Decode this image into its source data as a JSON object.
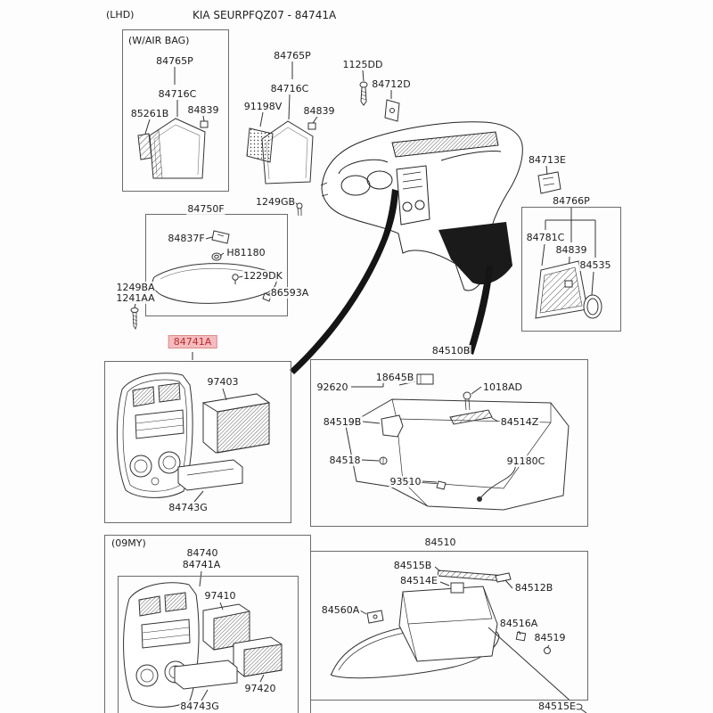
{
  "header": {
    "region_label": "(LHD)",
    "title": "KIA SEURPFQZ07 - 84741A"
  },
  "selected_part": {
    "number": "84741A",
    "text_color": "#c22a2a",
    "highlight_bg": "#f4bcbe",
    "highlight_border": "#dd8a8a"
  },
  "airbag_group": {
    "title": "(W/AIR BAG)",
    "p84765P": "84765P",
    "p84716C": "84716C",
    "p85261B": "85261B",
    "p84839": "84839"
  },
  "side_panel_group": {
    "p84765P": "84765P",
    "p84716C": "84716C",
    "p91198V": "91198V",
    "p84839": "84839"
  },
  "top_fasteners": {
    "p1125DD": "1125DD",
    "p84712D": "84712D"
  },
  "right_group": {
    "p84713E": "84713E",
    "p84766P": "84766P",
    "p84781C": "84781C",
    "p84839": "84839",
    "p84535": "84535"
  },
  "hood_group": {
    "p1249GB": "1249GB",
    "p84750F": "84750F",
    "p84837F": "84837F",
    "pH81180": "H81180",
    "p1229DK": "1229DK",
    "p86593A": "86593A",
    "p1249BA": "1249BA",
    "p1241AA": "1241AA"
  },
  "fascia_group": {
    "p97403": "97403",
    "p84743G": "84743G"
  },
  "housing_group": {
    "title": "84510B",
    "p92620": "92620",
    "p18645B": "18645B",
    "p1018AD": "1018AD",
    "p84519B": "84519B",
    "p84514Z": "84514Z",
    "p84518": "84518",
    "p91180C": "91180C",
    "p93510": "93510"
  },
  "my09_group": {
    "title": "(09MY)",
    "p84740": "84740",
    "p84741A": "84741A",
    "p97410": "97410",
    "p97420": "97420",
    "p84743G": "84743G"
  },
  "glovebox_group": {
    "title": "84510",
    "p84515B": "84515B",
    "p84514E": "84514E",
    "p84512B": "84512B",
    "p84560A": "84560A",
    "p84516A": "84516A",
    "p84519": "84519",
    "p84515E": "84515E"
  }
}
